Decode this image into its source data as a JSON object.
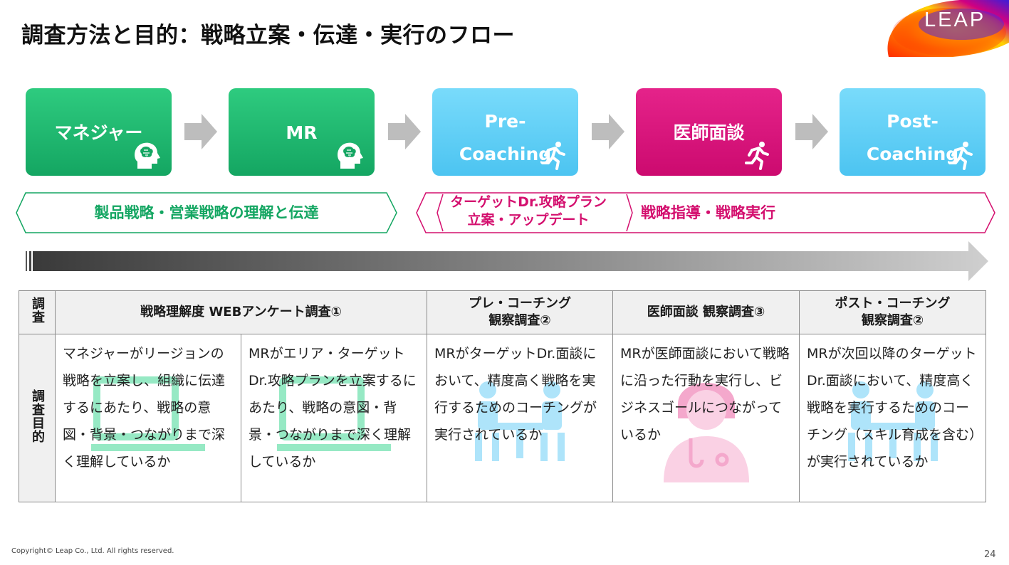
{
  "title": "調査方法と目的：戦略立案・伝達・実行のフロー",
  "logo": {
    "text": "LEAP"
  },
  "flow": {
    "steps": [
      {
        "label": "マネジャー",
        "icon": "brain-head-icon"
      },
      {
        "label": "MR",
        "icon": "brain-head-icon"
      },
      {
        "label": "Pre-\nCoaching",
        "icon": "running-person-icon"
      },
      {
        "label": "医師面談",
        "icon": "running-person-icon"
      },
      {
        "label": "Post-\nCoaching",
        "icon": "running-person-icon"
      }
    ],
    "arrow_icon": "chevron-right-icon"
  },
  "banners": {
    "left": "製品戦略・営業戦略の理解と伝達",
    "right_sub": "ターゲットDr.攻略プラン\n立案・アップデート",
    "right": "戦略指導・戦略実行"
  },
  "colors": {
    "green": "#14a662",
    "blue": "#4cc4f1",
    "pink": "#cc0a6f",
    "header_bg": "#f0f0f0"
  },
  "table": {
    "row1_head": "調査",
    "row2_head": "調査目的",
    "headers": [
      "戦略理解度 WEBアンケート調査①",
      "プレ・コーチング\n観察調査②",
      "医師面談 観察調査③",
      "ポスト・コーチング\n観察調査②"
    ],
    "cells": [
      "マネジャーがリージョンの戦略を立案し、組織に伝達するにあたり、戦略の意図・背景・つながりまで深く理解しているか",
      "MRがエリア・ターゲットDr.攻略プランを立案するにあたり、戦略の意図・背景・つながりまで深く理解しているか",
      "MRがターゲットDr.面談において、精度高く戦略を実行するためのコーチングが実行されているか",
      "MRが医師面談において戦略に沿った行動を実行し、ビジネスゴールにつながっているか",
      "MRが次回以降のターゲットDr.面談において、精度高く戦略を実行するためのコーチング（スキル育成を含む）が実行されているか"
    ],
    "watermark_icons": [
      "laptop-icon",
      "laptop-icon",
      "meeting-people-icon",
      "doctor-icon",
      "meeting-people-icon"
    ]
  },
  "footer": {
    "copyright": "Copyright© Leap Co., Ltd.  All rights reserved.",
    "page": "24"
  }
}
